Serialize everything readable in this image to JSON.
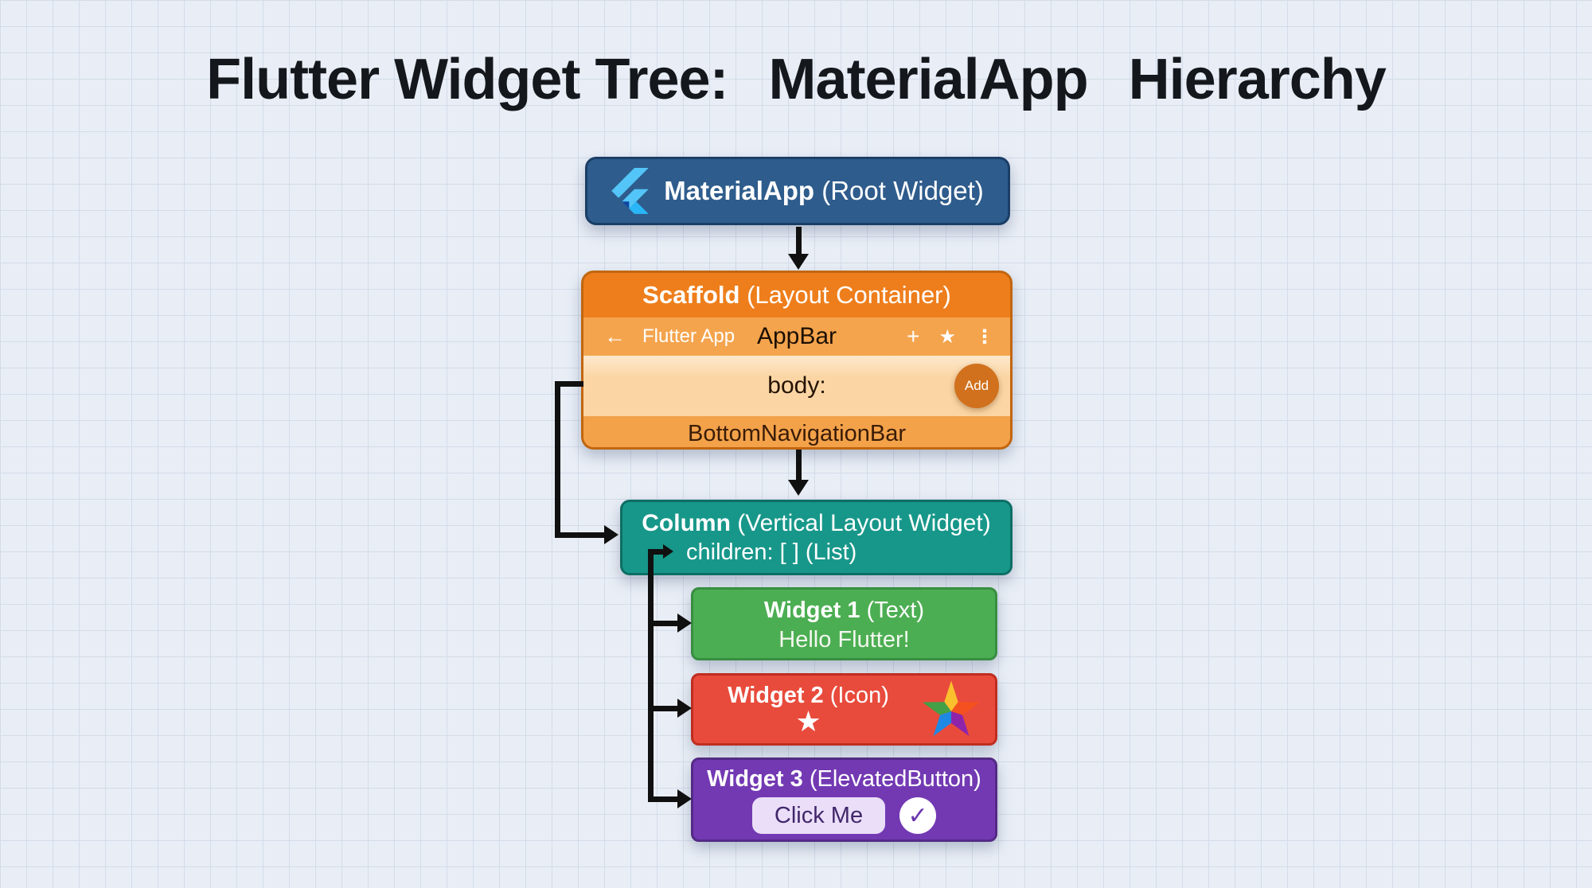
{
  "title": {
    "prefix": "Flutter Widget Tree:",
    "highlight": "MaterialApp",
    "suffix": "Hierarchy"
  },
  "nodes": {
    "material_app": {
      "name": "MaterialApp",
      "type": "(Root Widget)"
    },
    "scaffold": {
      "name": "Scaffold",
      "type": "(Layout Container)",
      "appbar": {
        "back_icon": "←",
        "app_title": "Flutter App",
        "label": "AppBar",
        "plus_icon": "+",
        "star_icon": "★",
        "menu_icon": "⋮"
      },
      "body": {
        "label": "body:",
        "add_button": "Add"
      },
      "bottom_nav": {
        "label": "BottomNavigationBar"
      }
    },
    "column": {
      "name": "Column",
      "type": "(Vertical Layout Widget)",
      "children_label": "children: [ ] (List)"
    },
    "widget1": {
      "name": "Widget 1",
      "type": "(Text)",
      "content": "Hello Flutter!"
    },
    "widget2": {
      "name": "Widget 2",
      "type": "(Icon)",
      "star_icon": "★"
    },
    "widget3": {
      "name": "Widget 3",
      "type": "(ElevatedButton)",
      "button_label": "Click Me",
      "check_icon": "✓"
    }
  },
  "colors": {
    "background": "#e9eef6",
    "grid_line": "#d3dcea",
    "line": "#101010",
    "title_text": "#14181d",
    "materialapp_bg": "#2e5c8c",
    "materialapp_border": "#1a3e66",
    "scaffold_header_bg": "#ee7e1c",
    "scaffold_border": "#c2660f",
    "appbar_bg": "#f4a44d",
    "body_bg": "#fbd6a4",
    "bottomnav_bg": "#f3a24a",
    "add_btn_bg": "#d1711d",
    "column_bg": "#17978a",
    "column_border": "#0e6e64",
    "widget1_bg": "#4cae52",
    "widget1_border": "#388e41",
    "widget2_bg": "#e84b3c",
    "widget2_border": "#c02d20",
    "widget3_bg": "#7339b3",
    "widget3_border": "#532a85",
    "clickme_bg": "#eadef9",
    "clickme_text": "#42276b",
    "check": "#6a35ab",
    "flutter_light": "#54c5f8",
    "flutter_mid": "#29b6f6",
    "flutter_dark": "#0d47a1",
    "rainbow_top": "#fbc02d",
    "rainbow_right": "#f4511e",
    "rainbow_bottom_right": "#8e24aa",
    "rainbow_bottom_left": "#1e88e5",
    "rainbow_left": "#43a047"
  }
}
